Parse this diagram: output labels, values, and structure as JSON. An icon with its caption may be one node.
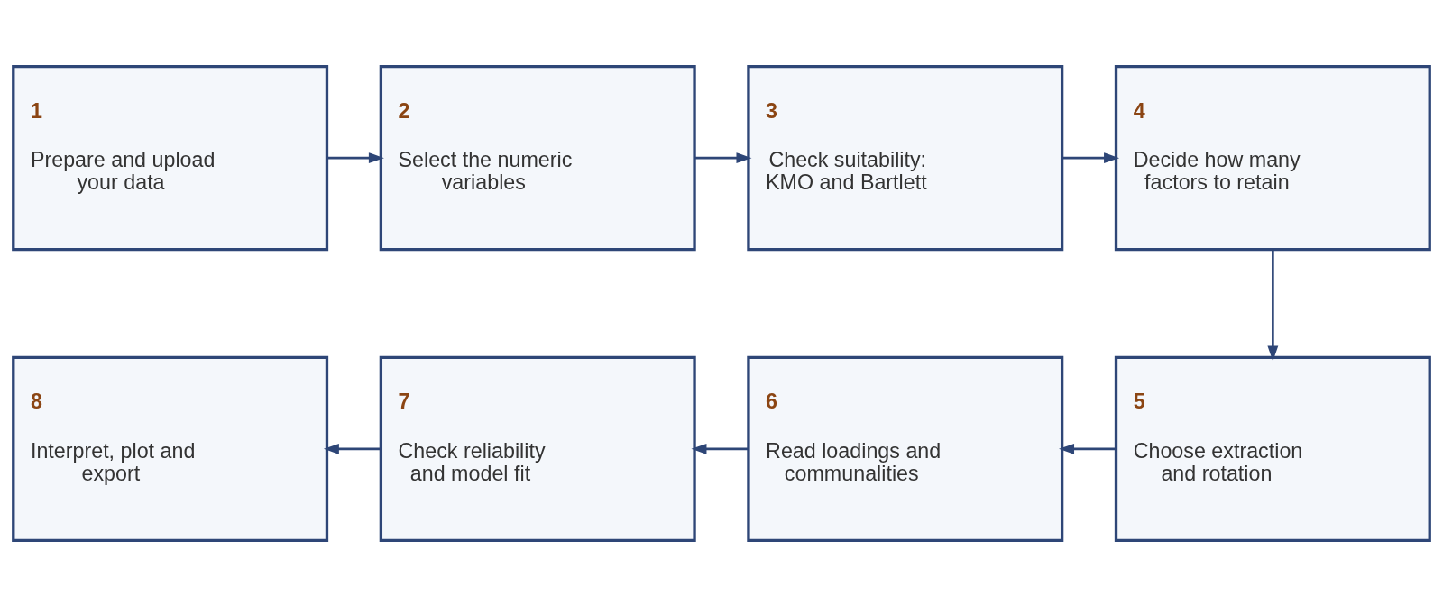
{
  "diagram": {
    "nodes": [
      {
        "text": [
          "1",
          "Prepare and upload your data"
        ]
      },
      {
        "text": [
          "2",
          "Select the numeric variables"
        ]
      },
      {
        "text": [
          "3",
          "Check suitability: KMO and Bartlett"
        ]
      },
      {
        "text": [
          "4",
          "Decide how many factors to retain"
        ]
      },
      {
        "text": [
          "5",
          "Choose extraction and rotation"
        ]
      },
      {
        "text": [
          "6",
          "Read loadings and communalities"
        ]
      },
      {
        "text": [
          "7",
          "Check reliability and model fit"
        ]
      },
      {
        "text": [
          "8",
          "Interpret, plot and export"
        ]
      }
    ],
    "edges": [
      {
        "from": 0,
        "to": 1,
        "arrow": "to"
      },
      {
        "from": 1,
        "to": 2,
        "arrow": "to"
      },
      {
        "from": 2,
        "to": 3,
        "arrow": "to"
      },
      {
        "from": 3,
        "to": 4,
        "arrow": "to"
      },
      {
        "from": 4,
        "to": 5,
        "arrow": "to"
      },
      {
        "from": 5,
        "to": 6,
        "arrow": "to"
      },
      {
        "from": 6,
        "to": 7,
        "arrow": "to"
      }
    ]
  }
}
